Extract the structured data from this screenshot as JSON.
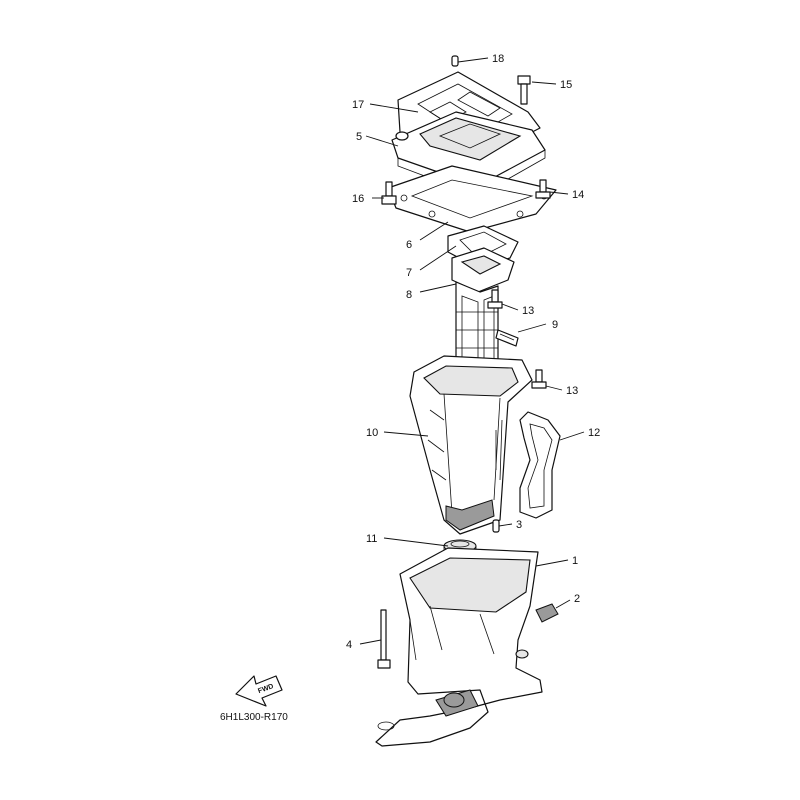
{
  "diagram": {
    "code": "6H1L300-R170",
    "fwd_label": "FWD",
    "callouts": {
      "p1": "1",
      "p2": "2",
      "p3": "3",
      "p4": "4",
      "p5": "5",
      "p6": "6",
      "p7": "7",
      "p8": "8",
      "p9": "9",
      "p10": "10",
      "p11": "11",
      "p12": "12",
      "p13a": "13",
      "p13b": "13",
      "p14": "14",
      "p15": "15",
      "p16": "16",
      "p17": "17",
      "p18": "18"
    }
  }
}
